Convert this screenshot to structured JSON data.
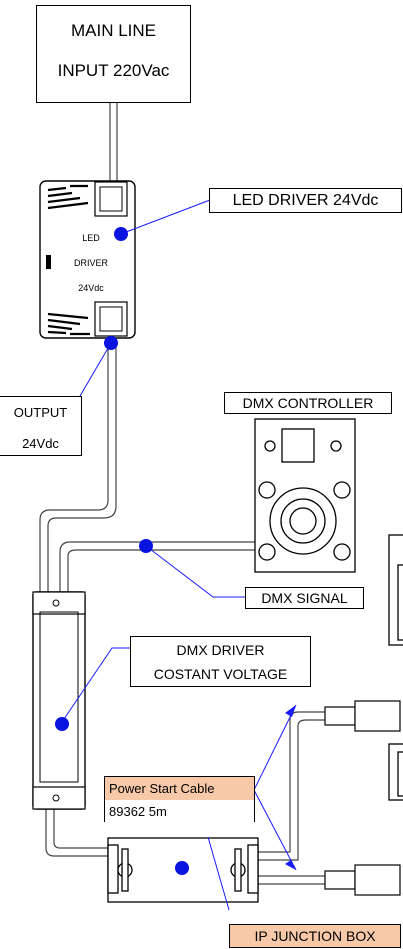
{
  "main_line": {
    "line1": "MAIN LINE",
    "line2": "INPUT 220Vac"
  },
  "led_driver": {
    "callout": "LED DRIVER 24Vdc",
    "body_line1": "LED",
    "body_line2": "DRIVER",
    "body_line3": "24Vdc"
  },
  "output_label": {
    "line1": "OUTPUT",
    "line2": "24Vdc"
  },
  "dmx_controller": {
    "label": "DMX CONTROLLER"
  },
  "dmx_signal": {
    "label": "DMX SIGNAL"
  },
  "dmx_driver": {
    "line1": "DMX DRIVER",
    "line2": "COSTANT VOLTAGE"
  },
  "power_start_cable": {
    "line1": "Power Start Cable",
    "line2": "89362 5m"
  },
  "ip_junction_box": {
    "label": "IP JUNCTION BOX"
  },
  "colors": {
    "callout_blue": "#1a1aff",
    "dot_blue": "#0a14e0",
    "highlight_fill": "#f7c9a8",
    "wire": "#555555"
  }
}
